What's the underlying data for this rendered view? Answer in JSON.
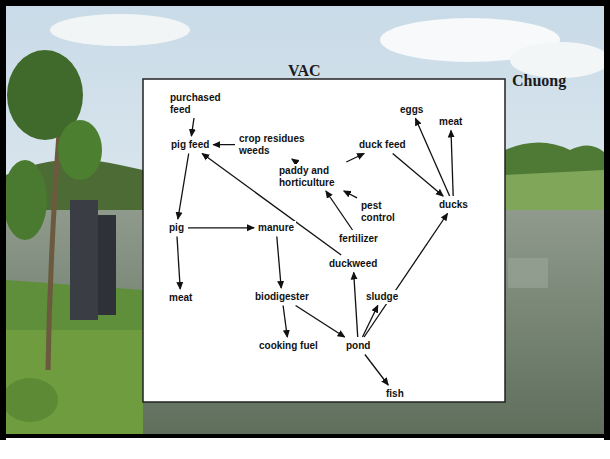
{
  "diagram": {
    "nodes": [
      {
        "text": [
          "purchased feed"
        ]
      },
      {
        "text": [
          "eggs"
        ]
      },
      {
        "text": [
          "meat"
        ]
      },
      {
        "text": [
          "pig feed"
        ]
      },
      {
        "text": [
          "crop residues weeds"
        ]
      },
      {
        "text": [
          "duck feed"
        ]
      },
      {
        "text": [
          "paddy and horticulture"
        ]
      },
      {
        "text": [
          "pest control"
        ]
      },
      {
        "text": [
          "ducks"
        ]
      },
      {
        "text": [
          "pig"
        ]
      },
      {
        "text": [
          "manure"
        ]
      },
      {
        "text": [
          "fertilizer"
        ]
      },
      {
        "text": [
          "duckweed"
        ]
      },
      {
        "text": [
          "meat"
        ]
      },
      {
        "text": [
          "biodigester"
        ]
      },
      {
        "text": [
          "sludge"
        ]
      },
      {
        "text": [
          "cooking fuel"
        ]
      },
      {
        "text": [
          "pond"
        ]
      },
      {
        "text": [
          "fish"
        ]
      }
    ],
    "edges": [
      {
        "from": 0,
        "to": 3,
        "arrow": "to"
      },
      {
        "from": 4,
        "to": 3,
        "arrow": "to"
      },
      {
        "from": 6,
        "to": 4,
        "arrow": "to"
      },
      {
        "from": 6,
        "to": 5,
        "arrow": "to"
      },
      {
        "from": 7,
        "to": 6,
        "arrow": "to"
      },
      {
        "from": 11,
        "to": 6,
        "arrow": "to"
      },
      {
        "from": 5,
        "to": 8,
        "arrow": "to"
      },
      {
        "from": 8,
        "to": 1,
        "arrow": "to"
      },
      {
        "from": 8,
        "to": 2,
        "arrow": "to"
      },
      {
        "from": 12,
        "to": 3,
        "arrow": "to"
      },
      {
        "from": 3,
        "to": 9,
        "arrow": "to"
      },
      {
        "from": 9,
        "to": 10,
        "arrow": "to"
      },
      {
        "from": 9,
        "to": 13,
        "arrow": "to"
      },
      {
        "from": 10,
        "to": 14,
        "arrow": "to"
      },
      {
        "from": 14,
        "to": 16,
        "arrow": "to"
      },
      {
        "from": 14,
        "to": 17,
        "arrow": "to"
      },
      {
        "from": 17,
        "to": 12,
        "arrow": "to"
      },
      {
        "from": 17,
        "to": 15,
        "arrow": "to"
      },
      {
        "from": 17,
        "to": 8,
        "arrow": "to"
      },
      {
        "from": 17,
        "to": 18,
        "arrow": "to"
      }
    ],
    "labels": [
      "VAC",
      "Chuong"
    ]
  }
}
